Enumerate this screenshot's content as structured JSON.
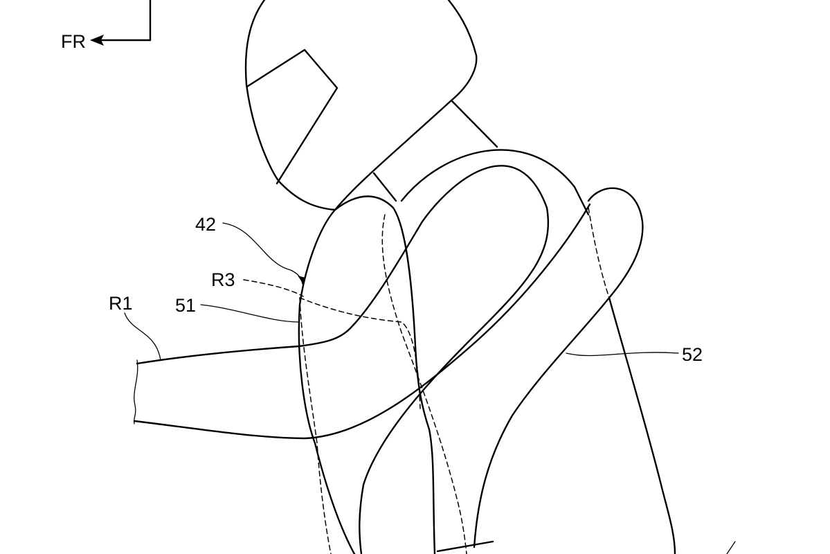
{
  "figure": {
    "direction_label": "FR",
    "labels": {
      "ref_42": "42",
      "ref_r3": "R3",
      "ref_r1": "R1",
      "ref_51": "51",
      "ref_52": "52"
    }
  },
  "colors": {
    "ink": "#000000",
    "paper": "#ffffff"
  }
}
